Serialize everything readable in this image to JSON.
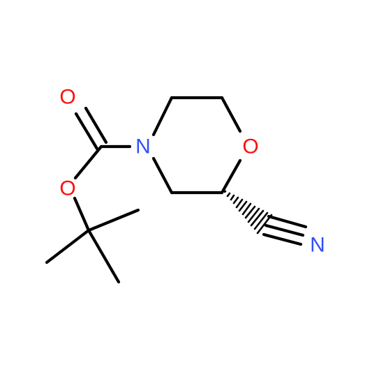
{
  "molecule": {
    "atoms": {
      "carbonyl_oxygen": "O",
      "ester_oxygen": "O",
      "ring_nitrogen": "N",
      "ring_oxygen": "O",
      "nitrile_nitrogen": "N"
    },
    "stereo": {
      "wedge_bond": "hashed"
    }
  },
  "colors": {
    "oxygen": "#ff0d0d",
    "nitrogen": "#3050f8",
    "bond": "#000000",
    "background": "#ffffff"
  }
}
